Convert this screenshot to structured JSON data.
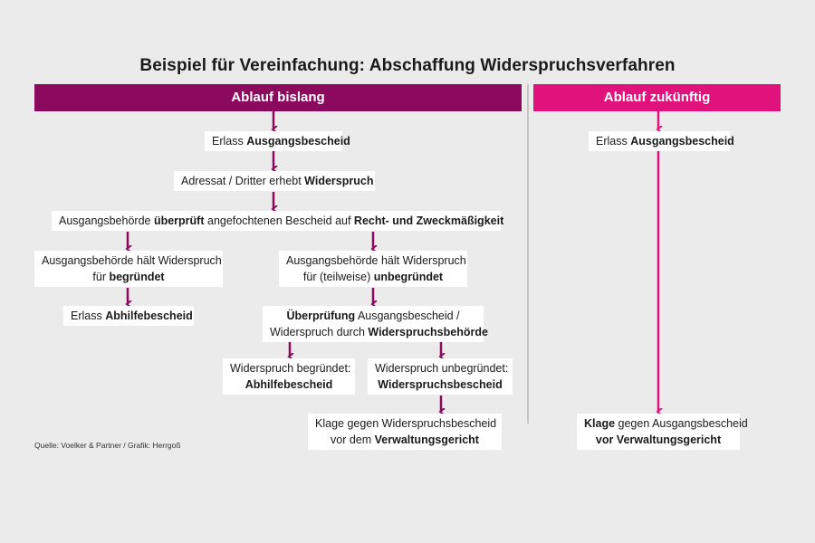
{
  "title": "Beispiel für Vereinfachung: Abschaffung Widerspruchsverfahren",
  "headers": {
    "old": "Ablauf bislang",
    "new": "Ablauf zukünftig"
  },
  "boxes": {
    "erlass": {
      "pre": "Erlass ",
      "bold": "Ausgangsbescheid"
    },
    "adressat": {
      "pre": "Adressat / Dritter erhebt ",
      "bold": "Widerspruch"
    },
    "ueberprueft": {
      "pre": "Ausgangsbehörde ",
      "bold1": "überprüft",
      "mid": " angefochtenen Bescheid auf ",
      "bold2": "Recht- und Zweckmäßigkeit"
    },
    "begruendet": {
      "line1": "Ausgangsbehörde hält Widerspruch",
      "pre2": "für ",
      "bold2": "begründet"
    },
    "unbegruendet": {
      "line1": "Ausgangsbehörde hält Widerspruch",
      "pre2": "für (teilweise) ",
      "bold2": "unbegründet"
    },
    "abhilfe": {
      "pre": "Erlass ",
      "bold": "Abhilfebescheid"
    },
    "pruefung": {
      "bold1": "Überprüfung",
      "mid1": " Ausgangsbescheid /",
      "pre2": "Widerspruch durch ",
      "bold2": "Widerspruchsbehörde"
    },
    "wb_begruendet": {
      "line1": "Widerspruch begründet:",
      "bold2": "Abhilfebescheid"
    },
    "wb_unbegruendet": {
      "line1": "Widerspruch unbegründet:",
      "bold2": "Widerspruchsbescheid"
    },
    "klage_old": {
      "line1": "Klage gegen Widerspruchsbescheid",
      "pre2": "vor dem ",
      "bold2": "Verwaltungsgericht"
    },
    "erlass_new": {
      "pre": "Erlass ",
      "bold": "Ausgangsbescheid"
    },
    "klage_new": {
      "bold1": "Klage",
      "mid1": " gegen Ausgangsbescheid",
      "bold2": "vor Verwaltungsgericht"
    }
  },
  "source": "Quelle: Voelker & Partner / Grafik: Herrgoß",
  "colors": {
    "old_accent": "#8b0a5e",
    "new_accent": "#e0137d",
    "background": "#ebebeb"
  }
}
